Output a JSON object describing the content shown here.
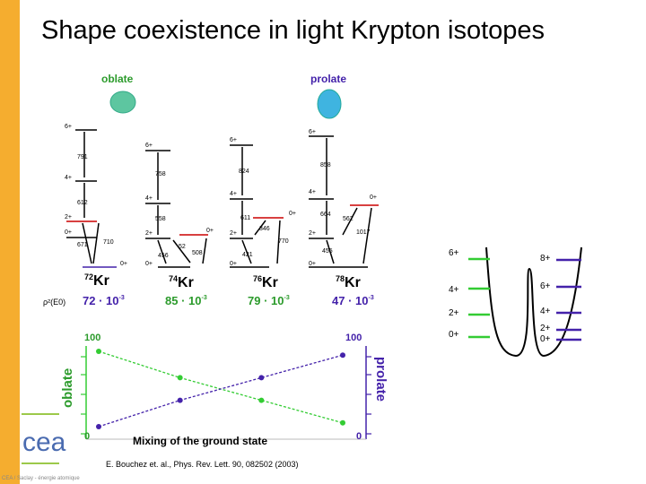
{
  "title": "Shape coexistence in light Krypton isotopes",
  "shapes": {
    "oblate": "oblate",
    "prolate": "prolate"
  },
  "isotopes": [
    {
      "mass": "72",
      "symbol": "Kr",
      "rho": "72 · 10",
      "exp": "-3"
    },
    {
      "mass": "74",
      "symbol": "Kr",
      "rho": "85 · 10",
      "exp": "-3"
    },
    {
      "mass": "76",
      "symbol": "Kr",
      "rho": "79 · 10",
      "exp": "-3"
    },
    {
      "mass": "78",
      "symbol": "Kr",
      "rho": "47 · 10",
      "exp": "-3"
    }
  ],
  "rho_label": "ρ²(E0)",
  "level_labels": {
    "kr72": [
      "6+",
      "4+",
      "2+",
      "0+",
      "0+"
    ],
    "kr74": [
      "6+",
      "4+",
      "2+",
      "0+",
      "0+"
    ],
    "kr76": [
      "6+",
      "4+",
      "2+",
      "0+",
      "0+"
    ],
    "kr78": [
      "6+",
      "4+",
      "2+",
      "0+",
      "0+"
    ]
  },
  "transitions": {
    "kr72": [
      "791",
      "612",
      "671",
      "710"
    ],
    "kr74": [
      "758",
      "558",
      "456",
      "52",
      "508"
    ],
    "kr76": [
      "824",
      "611",
      "346",
      "770",
      "421"
    ],
    "kr78": [
      "858",
      "664",
      "562",
      "1017",
      "455"
    ]
  },
  "well": {
    "left": [
      "6+",
      "4+",
      "2+",
      "0+"
    ],
    "right": [
      "8+",
      "6+",
      "4+",
      "2+",
      "0+"
    ]
  },
  "mixing": {
    "left_axis_label": "oblate",
    "right_axis_label": "prolate",
    "left_top": "100",
    "left_bottom": "0",
    "right_top": "100",
    "right_bottom": "0",
    "caption": "Mixing of the ground state",
    "oblate_color": "#33cc33",
    "prolate_color": "#4422aa",
    "oblate_values": [
      100,
      65,
      35,
      5
    ],
    "prolate_values": [
      0,
      35,
      65,
      95
    ]
  },
  "reference": "E. Bouchez et. al., Phys. Rev. Lett. 90, 082502 (2003)",
  "logo_text": "cea",
  "copyright": "CEA / Saclay - énergie atomique"
}
